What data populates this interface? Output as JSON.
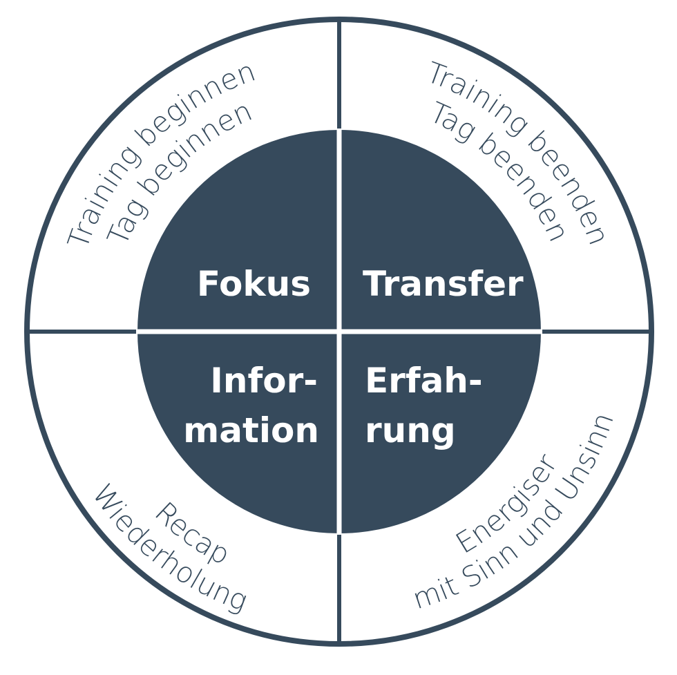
{
  "colors": {
    "primary": "#364a5c",
    "background": "#ffffff",
    "divider": "#ffffff"
  },
  "inner": {
    "fokus": "Fokus",
    "transfer": "Transfer",
    "information_line1": "Infor-",
    "information_line2": "mation",
    "erfahrung_line1": "Erfah-",
    "erfahrung_line2": "rung"
  },
  "outer": {
    "top_left_line1": "Training beginnen",
    "top_left_line2": "Tag beginnen",
    "top_right_line1": "Training beenden",
    "top_right_line2": "Tag beenden",
    "bottom_left_line1": "Recap",
    "bottom_left_line2": "Wiederholung",
    "bottom_right_line1": "Energiser",
    "bottom_right_line2": "mit Sinn und Unsinn"
  }
}
